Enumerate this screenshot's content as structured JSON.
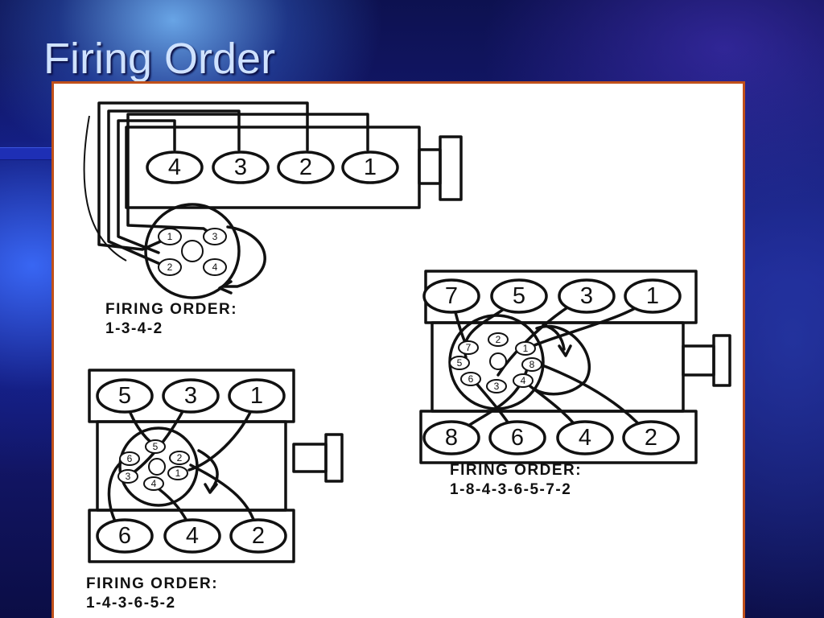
{
  "slide": {
    "title": "Firing Order"
  },
  "diagram_4cyl": {
    "cylinders": [
      "4",
      "3",
      "2",
      "1"
    ],
    "distributor_terminals": [
      "1",
      "3",
      "2",
      "4"
    ],
    "label": "FIRING ORDER:",
    "order": "1-3-4-2"
  },
  "diagram_v6": {
    "cylinders_top": [
      "5",
      "3",
      "1"
    ],
    "cylinders_bottom": [
      "6",
      "4",
      "2"
    ],
    "distributor_terminals": [
      "5",
      "6",
      "2",
      "3",
      "1",
      "4"
    ],
    "label": "FIRING ORDER:",
    "order": "1-4-3-6-5-2"
  },
  "diagram_v8": {
    "cylinders_top": [
      "7",
      "5",
      "3",
      "1"
    ],
    "cylinders_bottom": [
      "8",
      "6",
      "4",
      "2"
    ],
    "distributor_terminals": [
      "7",
      "2",
      "1",
      "5",
      "8",
      "6",
      "3",
      "4"
    ],
    "label": "FIRING ORDER:",
    "order": "1-8-4-3-6-5-7-2"
  }
}
